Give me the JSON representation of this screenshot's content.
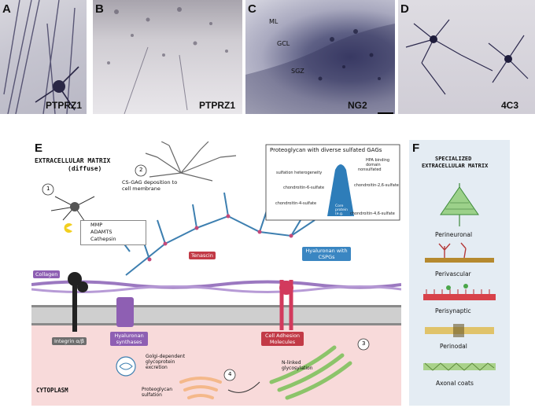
{
  "panels": {
    "A": {
      "letter": "A",
      "marker": "PTPRZ1"
    },
    "B": {
      "letter": "B",
      "marker": "PTPRZ1"
    },
    "C": {
      "letter": "C",
      "marker": "NG2",
      "layers": [
        "ML",
        "GCL",
        "SGZ"
      ]
    },
    "D": {
      "letter": "D",
      "marker": "4C3"
    }
  },
  "panel_e": {
    "letter": "E",
    "ecm_title": "EXTRACELLULAR MATRIX",
    "ecm_subtitle": "(diffuse)",
    "step1": "1",
    "step2": "2",
    "step3": "3",
    "step4": "4",
    "cs_gag_text": "CS-GAG deposition to cell membrane",
    "enzymes": [
      "MMP",
      "ADAMTS",
      "Cathepsin"
    ],
    "inset_title": "Proteoglycan with diverse sulfated GAGs",
    "inset_labels": {
      "nonsulfated": "nonsulfated",
      "hpb": "HPA binding domain",
      "sulfation": "sulfation heterogeneity",
      "c6": "chondroitin-6-sulfate",
      "c26": "chondroitin-2,6-sulfate",
      "c4": "chondroitin-4-sulfate",
      "c46": "chondroitin-4,6-sulfate",
      "core": "Core protein (e.g. aggrecan)"
    },
    "collagen": "Collagen",
    "tenascin": "Tenascin",
    "hyaluronan_cspg": "Hyaluronan with CSPGs",
    "integrin": "Integrin α/β",
    "hyaluronan_synthases": "Hyaluronan synthases",
    "cam": "Cell Adhesion Molecules",
    "golgi_text": "Golgi-dependent glycoprotein excretion",
    "n_linked": "N-linked glycosylation",
    "pg_sulfation": "Proteoglycan sulfation",
    "cytoplasm": "CYTOPLASM"
  },
  "panel_f": {
    "letter": "F",
    "title_line1": "SPECIALIZED",
    "title_line2": "EXTRACELLULAR MATRIX",
    "items": [
      "Perineuronal",
      "Perivascular",
      "Perisynaptic",
      "Perinodal",
      "Axonal coats"
    ]
  },
  "colors": {
    "cytoplasm_bg": "#f8dada",
    "panel_f_bg": "#e4ecf3",
    "tag_purple": "#8e5fb3",
    "tag_red": "#c23a46",
    "tag_blue": "#3a86c2",
    "tag_gray": "#6e6e6e",
    "membrane_purple": "#9b78c0",
    "cspg_blue": "#3d7fb0",
    "golgi_green": "#8cc46a",
    "golgi_orange": "#f4b88a"
  }
}
